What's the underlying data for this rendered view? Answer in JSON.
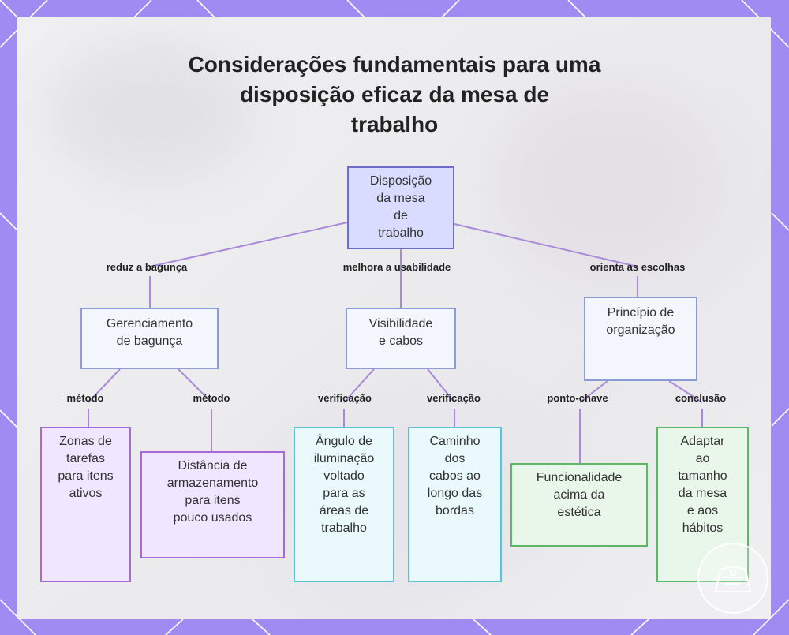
{
  "title_lines": [
    "Considerações fundamentais para uma",
    "disposição eficaz da mesa de",
    "trabalho"
  ],
  "nodes": {
    "root": [
      "Disposição",
      "da mesa",
      "de",
      "trabalho"
    ],
    "clutter": [
      "Gerenciamento",
      "de bagunça"
    ],
    "visibility": [
      "Visibilidade",
      "e cabos"
    ],
    "principle": [
      "Princípio de",
      "organização"
    ],
    "zones": [
      "Zonas de",
      "tarefas",
      "para itens",
      "ativos"
    ],
    "storage": [
      "Distância de",
      "armazenamento",
      "para itens",
      "pouco usados"
    ],
    "lighting": [
      "Ângulo de",
      "iluminação",
      "voltado",
      "para as",
      "áreas de",
      "trabalho"
    ],
    "cables": [
      "Caminho",
      "dos",
      "cabos ao",
      "longo das",
      "bordas"
    ],
    "function": [
      "Funcionalidade",
      "acima da",
      "estética"
    ],
    "adapt": [
      "Adaptar",
      "ao",
      "tamanho",
      "da mesa",
      "e aos",
      "hábitos"
    ]
  },
  "edge_labels": {
    "reduce": "reduz a bagunça",
    "usability": "melhora a usabilidade",
    "guides": "orienta as escolhas",
    "method1": "método",
    "method2": "método",
    "check1": "verificação",
    "check2": "verificação",
    "keypoint": "ponto-chave",
    "conclusion": "conclusão"
  },
  "colors": {
    "frame": "#9f8cf2",
    "connector": "#a98ad8",
    "root_fill": "#d9dcff",
    "purple_border": "#a66ad6",
    "cyan_border": "#5bc3d6",
    "green_border": "#5cb867"
  },
  "icons": [
    "brand-seal-icon"
  ]
}
